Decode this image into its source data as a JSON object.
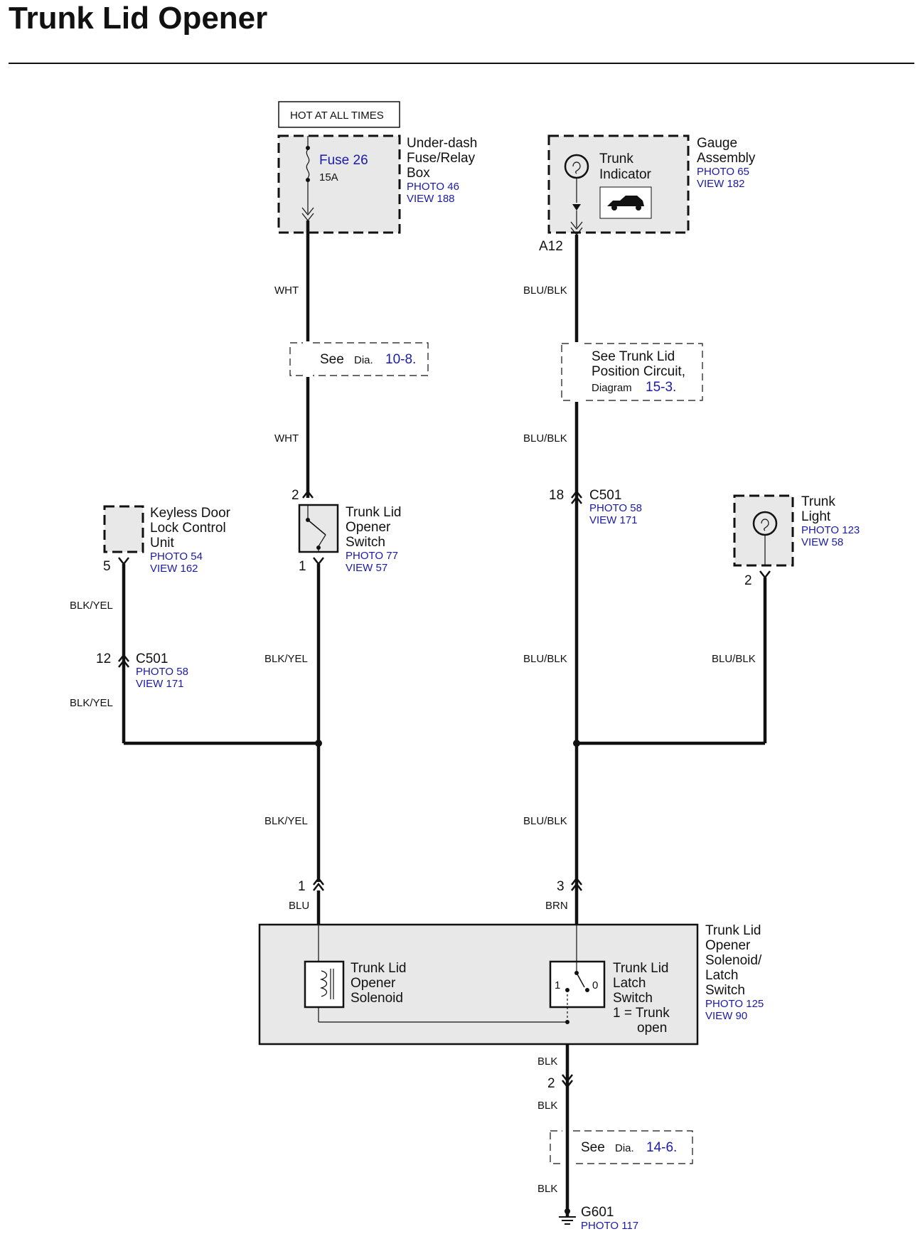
{
  "title": "Trunk Lid Opener",
  "hot_label": "HOT AT ALL TIMES",
  "fuse": {
    "name": "Fuse 26",
    "rating": "15A"
  },
  "fuse_box": {
    "line1": "Under-dash",
    "line2": "Fuse/Relay",
    "line3": "Box",
    "photo": "PHOTO 46",
    "view": "VIEW 188"
  },
  "gauge": {
    "line1": "Gauge",
    "line2": "Assembly",
    "photo": "PHOTO 65",
    "view": "VIEW 182",
    "indicator1": "Trunk",
    "indicator2": "Indicator",
    "pin": "A12"
  },
  "wires": {
    "wht": "WHT",
    "blublk": "BLU/BLK",
    "blkyel": "BLK/YEL",
    "blu": "BLU",
    "brn": "BRN",
    "blk": "BLK"
  },
  "see_dia_1": {
    "text": "See",
    "dia": "Dia.",
    "ref": "10-8."
  },
  "see_circuit": {
    "line1": "See Trunk Lid",
    "line2": "Position Circuit,",
    "line3": "Diagram",
    "ref": "15-3."
  },
  "keyless": {
    "line1": "Keyless Door",
    "line2": "Lock Control",
    "line3": "Unit",
    "photo": "PHOTO 54",
    "view": "VIEW 162",
    "pin": "5"
  },
  "switch": {
    "line1": "Trunk Lid",
    "line2": "Opener",
    "line3": "Switch",
    "photo": "PHOTO 77",
    "view": "VIEW 57",
    "pin_top": "2",
    "pin_bottom": "1"
  },
  "c501_right": {
    "pin": "18",
    "name": "C501",
    "photo": "PHOTO 58",
    "view": "VIEW 171"
  },
  "c501_left": {
    "pin": "12",
    "name": "C501",
    "photo": "PHOTO 58",
    "view": "VIEW 171"
  },
  "trunk_light": {
    "line1": "Trunk",
    "line2": "Light",
    "photo": "PHOTO 123",
    "view": "VIEW 58",
    "pin": "2"
  },
  "solenoid_pins": {
    "left": "1",
    "right": "3",
    "ground": "2"
  },
  "solenoid": {
    "line1": "Trunk Lid",
    "line2": "Opener",
    "line3": "Solenoid"
  },
  "latch": {
    "line1": "Trunk Lid",
    "line2": "Latch",
    "line3": "Switch",
    "line4": "1 = Trunk",
    "line5": "open",
    "pos1": "1",
    "pos0": "0"
  },
  "assembly": {
    "line1": "Trunk Lid",
    "line2": "Opener",
    "line3": "Solenoid/",
    "line4": "Latch",
    "line5": "Switch",
    "photo": "PHOTO 125",
    "view": "VIEW 90"
  },
  "see_dia_2": {
    "text": "See",
    "dia": "Dia.",
    "ref": "14-6."
  },
  "ground": {
    "name": "G601",
    "photo": "PHOTO 117"
  }
}
